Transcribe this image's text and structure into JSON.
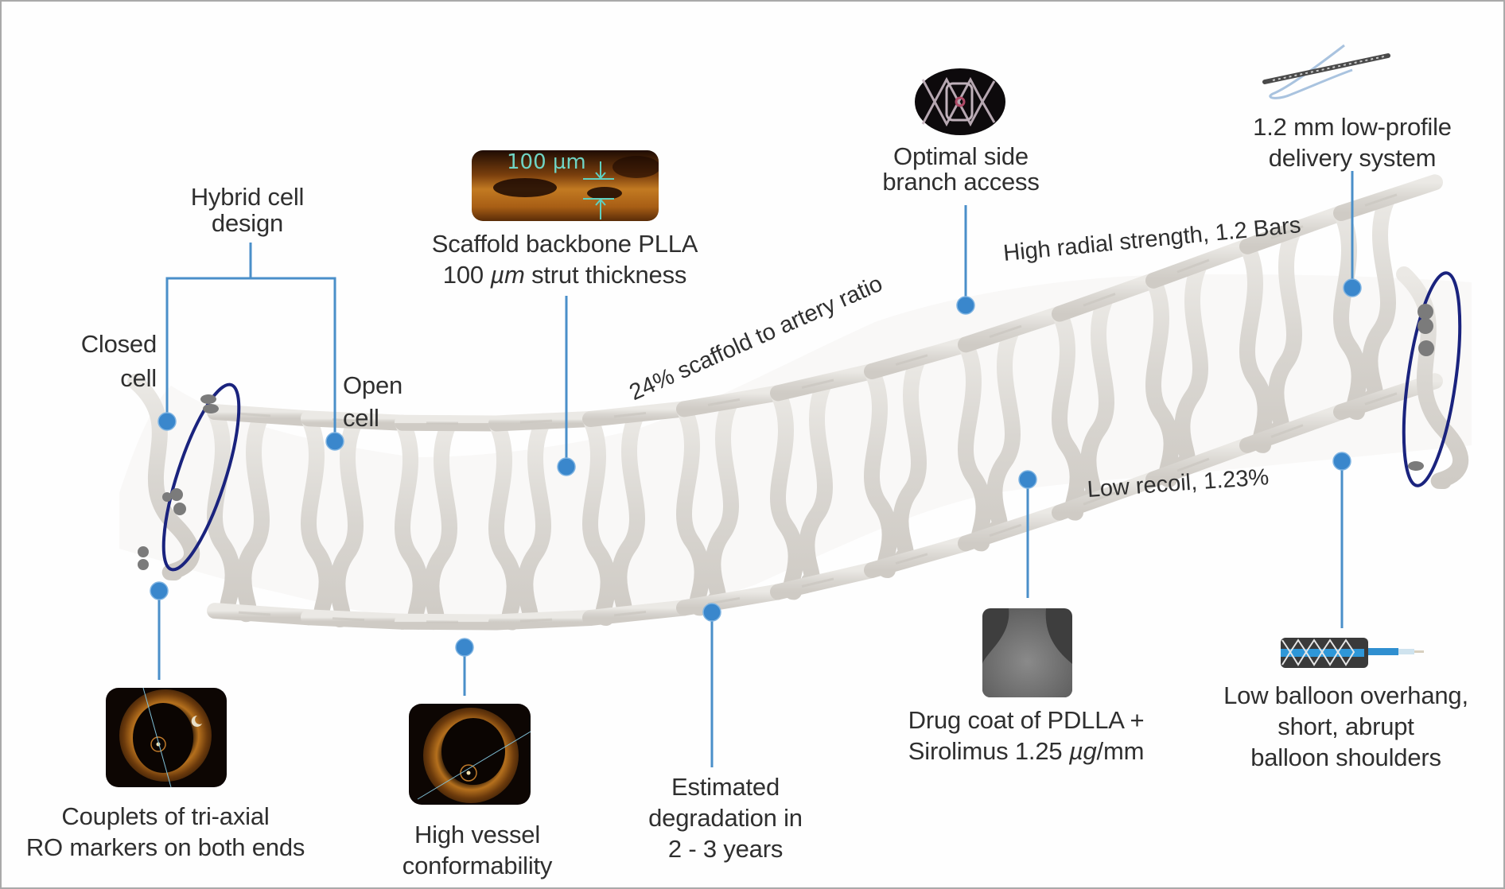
{
  "figure": {
    "subject": "Bioresorbable scaffold feature diagram",
    "colors": {
      "connector": "#4a8fc9",
      "dot": "#3a87cc",
      "marker_ellipse": "#1a237e",
      "scaffold": "#dedbd6",
      "frame_border": "#a9a9a9",
      "text": "#2f2f2f"
    }
  },
  "callouts": {
    "hybrid_cell": {
      "line1": "Hybrid cell",
      "line2": "design"
    },
    "closed_cell": {
      "line1": "Closed",
      "line2": "cell"
    },
    "open_cell": {
      "line1": "Open",
      "line2": "cell"
    },
    "scaffold_backbone": {
      "inset_label": "100 µm",
      "line1": "Scaffold backbone PLLA",
      "line2_value": "100",
      "line2_unit": "µm",
      "line2_rest": "strut thickness"
    },
    "side_branch": {
      "line1": "Optimal side",
      "line2": "branch access"
    },
    "delivery_system": {
      "line1": "1.2 mm low-profile",
      "line2": "delivery system"
    },
    "radial_strength": "High radial strength, 1.2 Bars",
    "scaffold_artery_ratio": "24% scaffold to artery ratio",
    "recoil": "Low recoil, 1.23%",
    "balloon": {
      "line1": "Low balloon overhang,",
      "line2": "short, abrupt",
      "line3": "balloon shoulders"
    },
    "drug_coat": {
      "line1": "Drug coat of PDLLA +",
      "line2_pre": "Sirolimus 1.25 ",
      "line2_unit": "µg",
      "line2_post": "/mm"
    },
    "degradation": {
      "line1": "Estimated",
      "line2": "degradation in",
      "line3": "2 - 3 years"
    },
    "vessel_conformability": {
      "line1": "High vessel",
      "line2": "conformability"
    },
    "ro_markers": {
      "line1": "Couplets of tri-axial",
      "line2": "RO markers on both ends"
    }
  },
  "icons": {
    "oct_image_markers": "oct-cross-section-image",
    "oct_image_vessel": "oct-cross-section-image",
    "sem_image_coating": "sem-strut-image",
    "ivus_strut_image": "strut-thickness-image",
    "side_branch_image": "scaffold-end-view-image",
    "delivery_catheter_image": "catheter-image",
    "balloon_image": "balloon-catheter-image"
  }
}
